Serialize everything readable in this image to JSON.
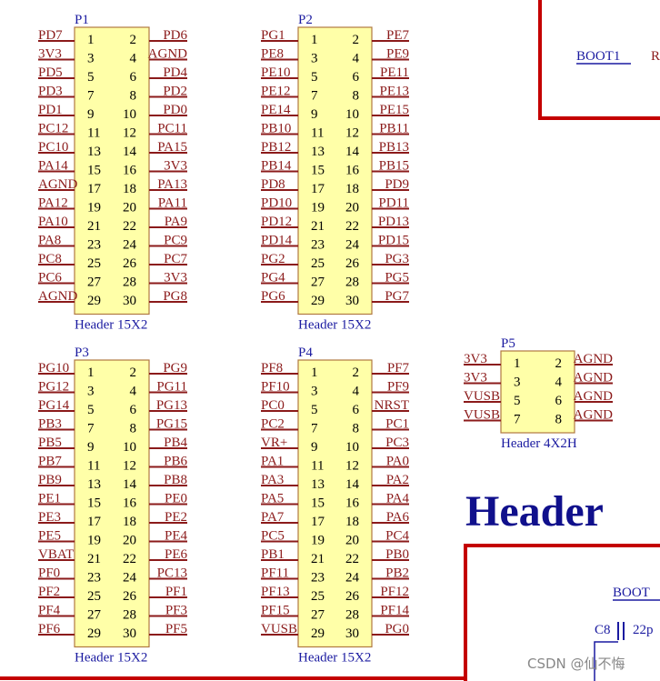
{
  "colors": {
    "wire": "#8b1a1a",
    "body_fill": "#ffffa8",
    "body_stroke": "#b07840",
    "designator": "#1a1aa0",
    "border": "#c40000"
  },
  "components": [
    {
      "id": "p1",
      "designator": "P1",
      "footprint": "Header 15X2",
      "pins_left": [
        "PD7",
        "3V3",
        "PD5",
        "PD3",
        "PD1",
        "PC12",
        "PC10",
        "PA14",
        "AGND",
        "PA12",
        "PA10",
        "PA8",
        "PC8",
        "PC6",
        "AGND"
      ],
      "pins_right": [
        "PD6",
        "AGND",
        "PD4",
        "PD2",
        "PD0",
        "PC11",
        "PA15",
        "3V3",
        "PA13",
        "PA11",
        "PA9",
        "PC9",
        "PC7",
        "3V3",
        "PG8"
      ],
      "nums_left": [
        "1",
        "3",
        "5",
        "7",
        "9",
        "11",
        "13",
        "15",
        "17",
        "19",
        "21",
        "23",
        "25",
        "27",
        "29"
      ],
      "nums_right": [
        "2",
        "4",
        "6",
        "8",
        "10",
        "12",
        "14",
        "16",
        "18",
        "20",
        "22",
        "24",
        "26",
        "28",
        "30"
      ]
    },
    {
      "id": "p2",
      "designator": "P2",
      "footprint": "Header 15X2",
      "pins_left": [
        "PG1",
        "PE8",
        "PE10",
        "PE12",
        "PE14",
        "PB10",
        "PB12",
        "PB14",
        "PD8",
        "PD10",
        "PD12",
        "PD14",
        "PG2",
        "PG4",
        "PG6"
      ],
      "pins_right": [
        "PE7",
        "PE9",
        "PE11",
        "PE13",
        "PE15",
        "PB11",
        "PB13",
        "PB15",
        "PD9",
        "PD11",
        "PD13",
        "PD15",
        "PG3",
        "PG5",
        "PG7"
      ],
      "nums_left": [
        "1",
        "3",
        "5",
        "7",
        "9",
        "11",
        "13",
        "15",
        "17",
        "19",
        "21",
        "23",
        "25",
        "27",
        "29"
      ],
      "nums_right": [
        "2",
        "4",
        "6",
        "8",
        "10",
        "12",
        "14",
        "16",
        "18",
        "20",
        "22",
        "24",
        "26",
        "28",
        "30"
      ]
    },
    {
      "id": "p3",
      "designator": "P3",
      "footprint": "Header 15X2",
      "pins_left": [
        "PG10",
        "PG12",
        "PG14",
        "PB3",
        "PB5",
        "PB7",
        "PB9",
        "PE1",
        "PE3",
        "PE5",
        "VBAT",
        "PF0",
        "PF2",
        "PF4",
        "PF6"
      ],
      "pins_right": [
        "PG9",
        "PG11",
        "PG13",
        "PG15",
        "PB4",
        "PB6",
        "PB8",
        "PE0",
        "PE2",
        "PE4",
        "PE6",
        "PC13",
        "PF1",
        "PF3",
        "PF5"
      ],
      "nums_left": [
        "1",
        "3",
        "5",
        "7",
        "9",
        "11",
        "13",
        "15",
        "17",
        "19",
        "21",
        "23",
        "25",
        "27",
        "29"
      ],
      "nums_right": [
        "2",
        "4",
        "6",
        "8",
        "10",
        "12",
        "14",
        "16",
        "18",
        "20",
        "22",
        "24",
        "26",
        "28",
        "30"
      ]
    },
    {
      "id": "p4",
      "designator": "P4",
      "footprint": "Header 15X2",
      "pins_left": [
        "PF8",
        "PF10",
        "PC0",
        "PC2",
        "VR+",
        "PA1",
        "PA3",
        "PA5",
        "PA7",
        "PC5",
        "PB1",
        "PF11",
        "PF13",
        "PF15",
        "VUSB"
      ],
      "pins_right": [
        "PF7",
        "PF9",
        "NRST",
        "PC1",
        "PC3",
        "PA0",
        "PA2",
        "PA4",
        "PA6",
        "PC4",
        "PB0",
        "PB2",
        "PF12",
        "PF14",
        "PG0"
      ],
      "nums_left": [
        "1",
        "3",
        "5",
        "7",
        "9",
        "11",
        "13",
        "15",
        "17",
        "19",
        "21",
        "23",
        "25",
        "27",
        "29"
      ],
      "nums_right": [
        "2",
        "4",
        "6",
        "8",
        "10",
        "12",
        "14",
        "16",
        "18",
        "20",
        "22",
        "24",
        "26",
        "28",
        "30"
      ]
    },
    {
      "id": "p5",
      "designator": "P5",
      "footprint": "Header 4X2H",
      "pins_left": [
        "3V3",
        "3V3",
        "VUSB",
        "VUSB"
      ],
      "pins_right": [
        "AGND",
        "AGND",
        "AGND",
        "AGND"
      ],
      "nums_left": [
        "1",
        "3",
        "5",
        "7"
      ],
      "nums_right": [
        "2",
        "4",
        "6",
        "8"
      ]
    }
  ],
  "sheet_title": "Header",
  "fragments": {
    "boot1": "BOOT1",
    "boot1_tail": "R",
    "boot0": "BOOT",
    "c8": "C8",
    "c8_value": "22p"
  },
  "watermark": "CSDN @仙不悔"
}
